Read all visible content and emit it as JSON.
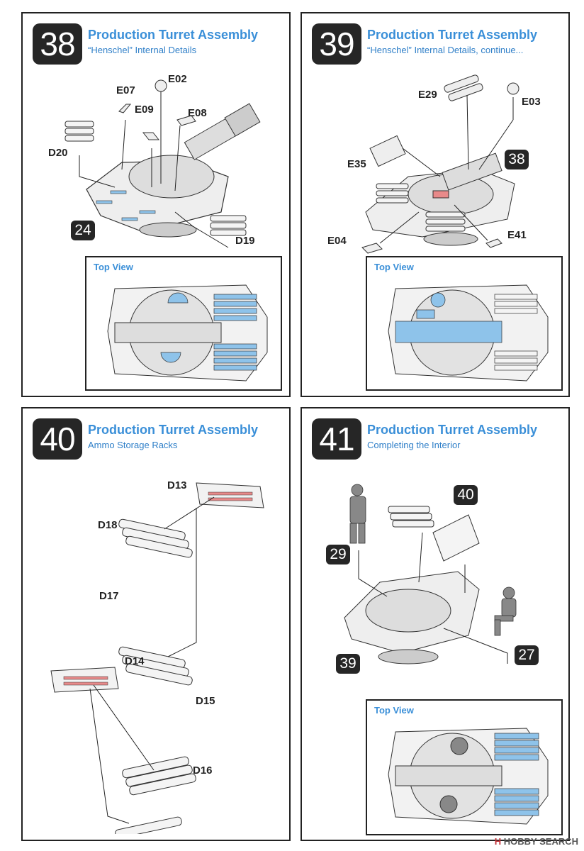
{
  "steps": [
    {
      "number": "38",
      "title": "Production Turret Assembly",
      "subtitle": "“Henschel” Internal Details",
      "parts": [
        "E02",
        "E07",
        "E09",
        "E08",
        "D20",
        "D19"
      ],
      "ref": "24",
      "inset_title": "Top View"
    },
    {
      "number": "39",
      "title": "Production Turret Assembly",
      "subtitle": "“Henschel” Internal Details, continue...",
      "parts": [
        "E29",
        "E03",
        "E35",
        "E04",
        "E41"
      ],
      "ref": "38",
      "inset_title": "Top View"
    },
    {
      "number": "40",
      "title": "Production Turret Assembly",
      "subtitle": "Ammo Storage Racks",
      "parts": [
        "D13",
        "D18",
        "D17",
        "D14",
        "D15",
        "D16"
      ]
    },
    {
      "number": "41",
      "title": "Production Turret Assembly",
      "subtitle": "Completing the Interior",
      "refs": [
        "40",
        "29",
        "27",
        "39"
      ],
      "inset_title": "Top View"
    }
  ],
  "watermark": {
    "logo": "H",
    "text": "HOBBY SEARCH"
  },
  "colors": {
    "accent_blue": "#3a8fd8",
    "part_highlight": "#8ec3ea",
    "rack_red": "#e88a8a",
    "badge": "#262626"
  }
}
